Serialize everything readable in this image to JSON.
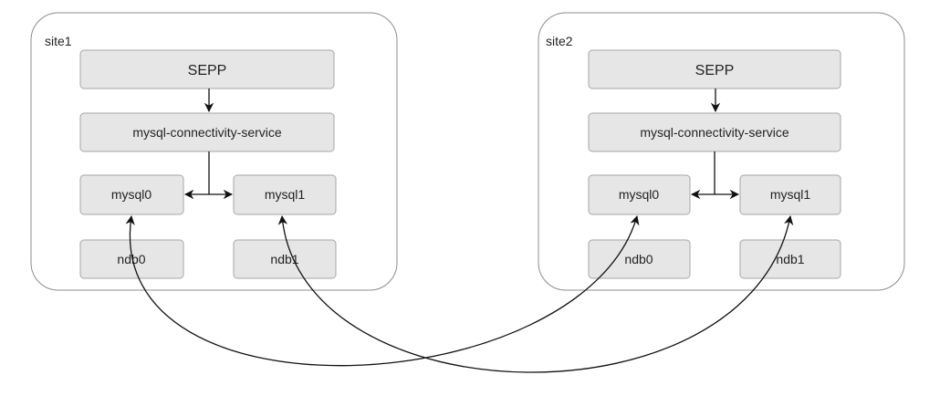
{
  "sites": [
    {
      "label": "site1",
      "nodes": {
        "sepp": "SEPP",
        "connectivity": "mysql-connectivity-service",
        "mysql0": "mysql0",
        "mysql1": "mysql1",
        "ndb0": "ndb0",
        "ndb1": "ndb1"
      }
    },
    {
      "label": "site2",
      "nodes": {
        "sepp": "SEPP",
        "connectivity": "mysql-connectivity-service",
        "mysql0": "mysql0",
        "mysql1": "mysql1",
        "ndb0": "ndb0",
        "ndb1": "ndb1"
      }
    }
  ],
  "colors": {
    "node_fill": "#e6e6e6",
    "node_stroke": "#a6a6a6",
    "frame_stroke": "#8c8c8c",
    "edge": "#111111"
  }
}
